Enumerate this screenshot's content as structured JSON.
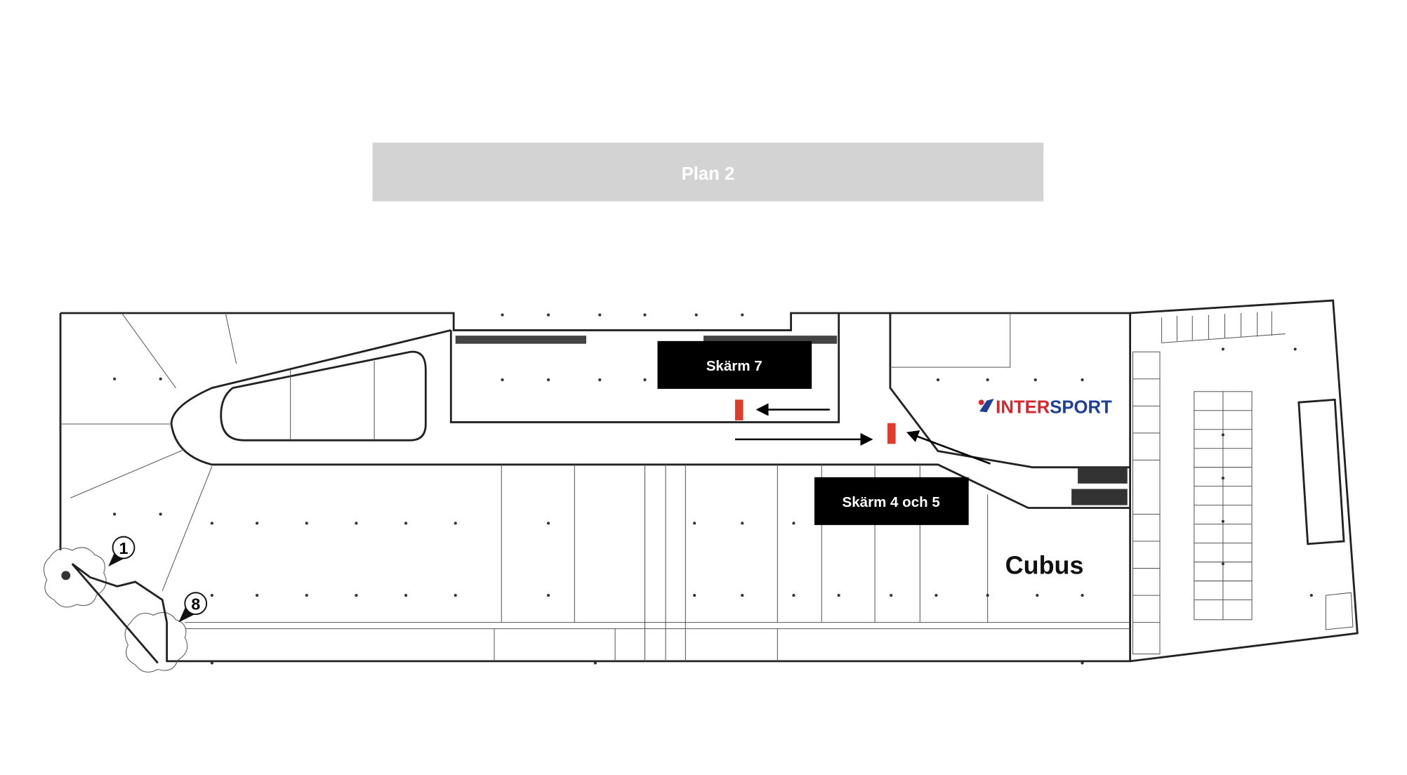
{
  "title": "Plan 2",
  "screens": [
    {
      "label": "Skärm 7"
    },
    {
      "label": "Skärm 4 och 5"
    }
  ],
  "stores": {
    "intersport_part1": "INTER",
    "intersport_part2": "SPORT",
    "cubus": "Cubus"
  },
  "entrances": [
    {
      "number": "1"
    },
    {
      "number": "8"
    }
  ],
  "colors": {
    "banner": "#d3d3d3",
    "screen_marker": "#e03a2b",
    "intersport_red": "#d5282e",
    "intersport_blue": "#1f3f94"
  }
}
